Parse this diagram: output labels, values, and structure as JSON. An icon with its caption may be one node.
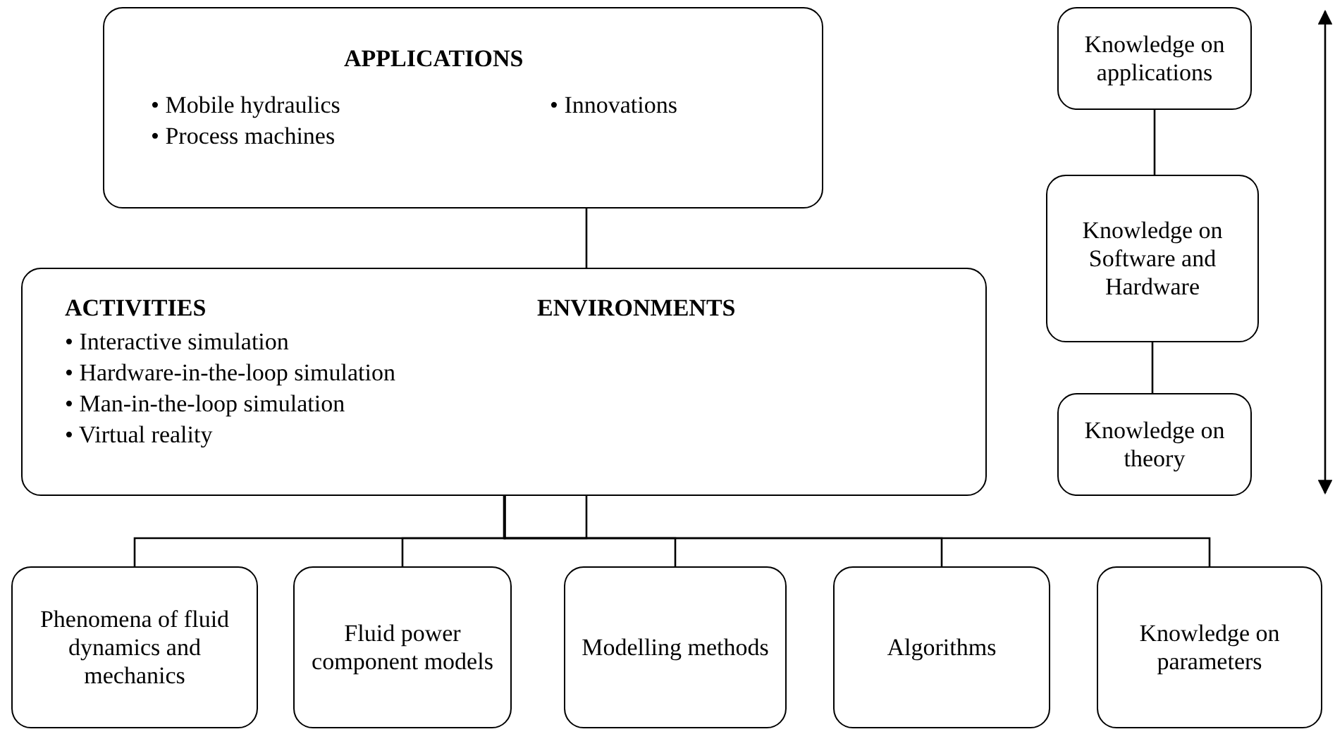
{
  "diagram": {
    "nodes": [
      {
        "text": [
          "APPLICATIONS",
          "• Mobile hydraulics",
          "• Process machines",
          "• Innovations"
        ]
      },
      {
        "text": [
          "ACTIVITIES",
          "• Interactive simulation",
          "• Hardware-in-the-loop simulation",
          "• Man-in-the-loop simulation",
          "• Virtual reality",
          "ENVIRONMENTS"
        ]
      },
      {
        "text": [
          "Phenomena of fluid dynamics and mechanics"
        ]
      },
      {
        "text": [
          "Fluid power component models"
        ]
      },
      {
        "text": [
          "Modelling methods"
        ]
      },
      {
        "text": [
          "Algorithms"
        ]
      },
      {
        "text": [
          "Knowledge on parameters"
        ]
      },
      {
        "text": [
          "Knowledge on applications"
        ]
      },
      {
        "text": [
          "Knowledge on Software and Hardware"
        ]
      },
      {
        "text": [
          "Knowledge on theory"
        ]
      }
    ],
    "edges": [
      {
        "from": 0,
        "to": 1,
        "arrow": "none"
      },
      {
        "from": 1,
        "to": 2,
        "arrow": "none"
      },
      {
        "from": 1,
        "to": 3,
        "arrow": "none"
      },
      {
        "from": 1,
        "to": 4,
        "arrow": "none"
      },
      {
        "from": 1,
        "to": 5,
        "arrow": "none"
      },
      {
        "from": 1,
        "to": 6,
        "arrow": "none"
      },
      {
        "from": 7,
        "to": 8,
        "arrow": "none"
      },
      {
        "from": 8,
        "to": 9,
        "arrow": "none"
      }
    ]
  }
}
